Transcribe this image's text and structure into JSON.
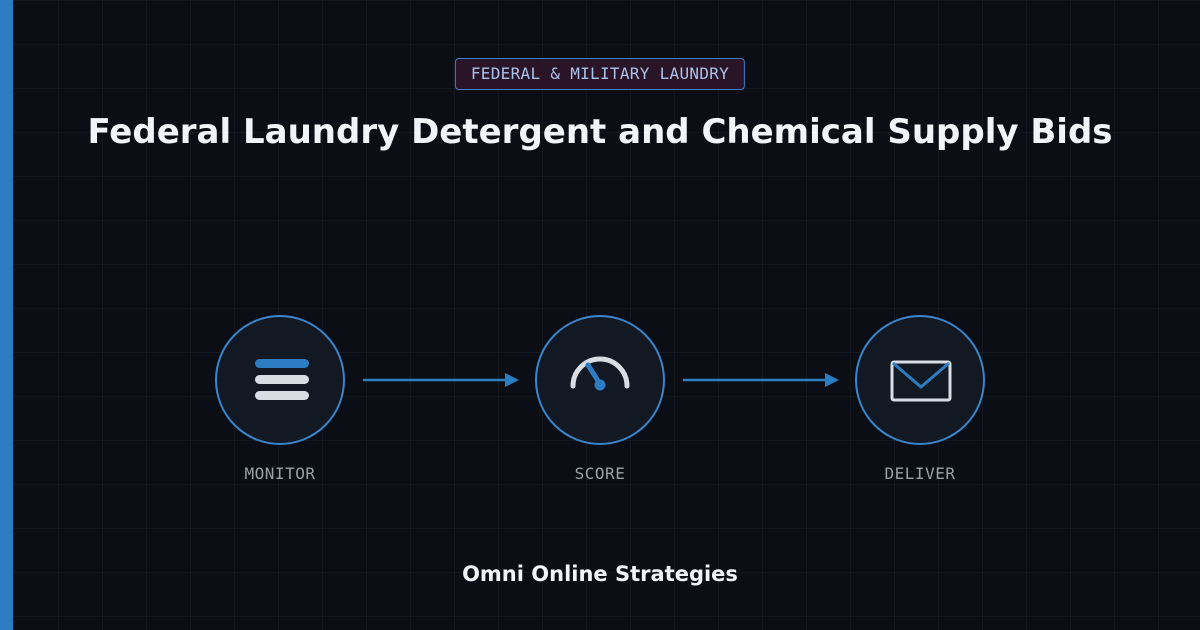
{
  "badge": {
    "label": "FEDERAL & MILITARY LAUNDRY"
  },
  "title": "Federal Laundry Detergent and Chemical Supply Bids",
  "steps": [
    {
      "label": "MONITOR",
      "icon": "list-icon"
    },
    {
      "label": "SCORE",
      "icon": "gauge-icon"
    },
    {
      "label": "DELIVER",
      "icon": "envelope-icon"
    }
  ],
  "brand": "Omni Online Strategies",
  "colors": {
    "background": "#0b0e14",
    "accent": "#2d7dc3",
    "circle_border": "#3a85cc",
    "circle_fill": "#121923",
    "badge_fill": "#2a1428",
    "badge_text": "#a9c3ea",
    "icon_light": "#d8dde4",
    "label_text": "#9aa1ab",
    "title_text": "#f2f4f8"
  }
}
